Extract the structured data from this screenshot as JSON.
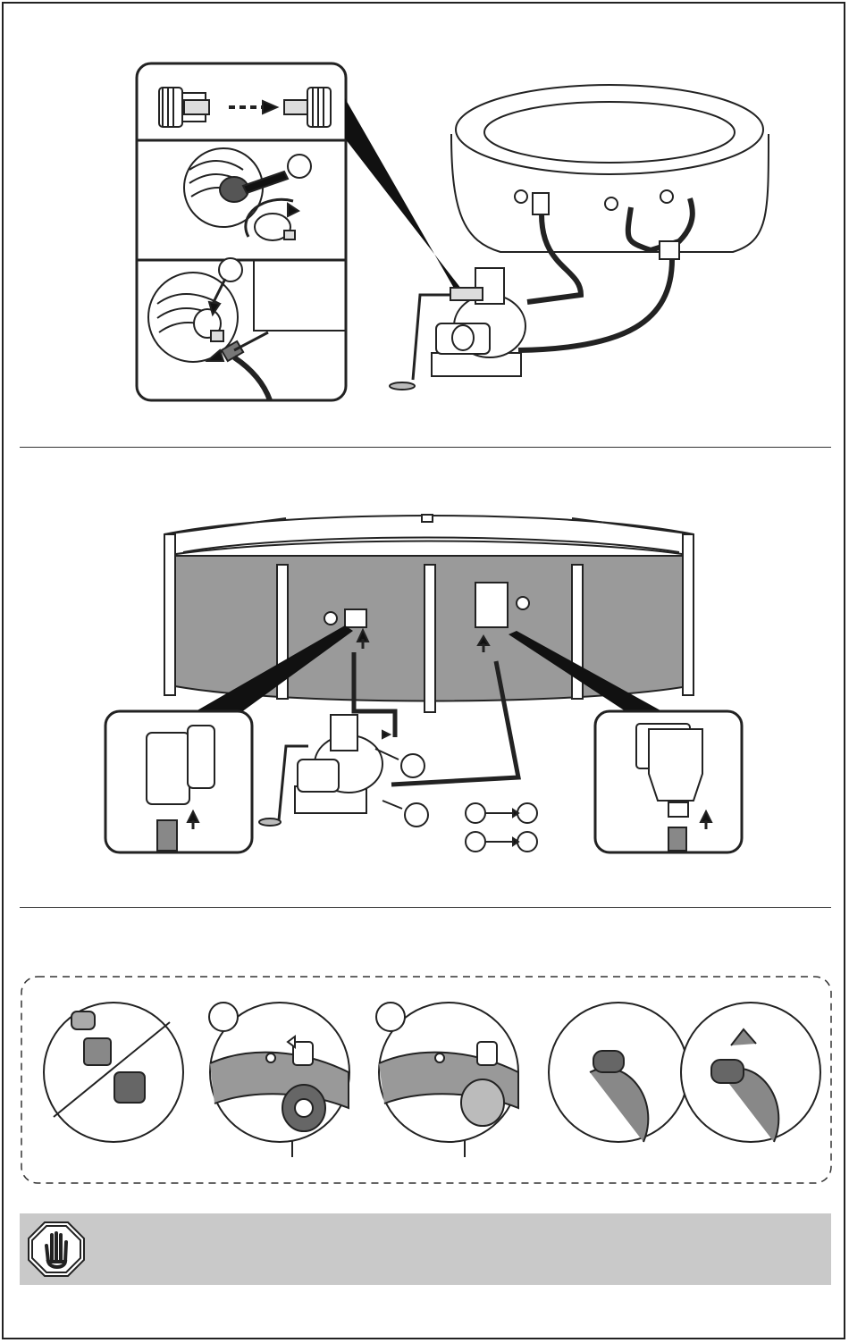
{
  "page": {
    "title": "",
    "sections": [
      {
        "id": "easy-set-pool-connection",
        "text": ""
      },
      {
        "id": "frame-pool-connection",
        "text": ""
      },
      {
        "id": "fitting-installation-steps",
        "text": ""
      }
    ]
  },
  "warning": {
    "icon": "stop-hand-icon",
    "text": ""
  },
  "colors": {
    "line": "#222222",
    "pool_wall": "#9a9a9a",
    "warning_bar": "#c9c9c9"
  }
}
